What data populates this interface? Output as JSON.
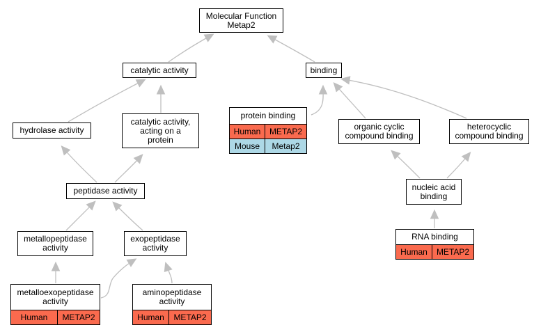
{
  "colors": {
    "human": "#fa6a4e",
    "mouse": "#add8e6",
    "edge": "#bfbfbf"
  },
  "nodes": {
    "mf": {
      "label": "Molecular Function\nMetap2"
    },
    "catalytic": {
      "label": "catalytic activity"
    },
    "binding": {
      "label": "binding"
    },
    "hydrolase": {
      "label": "hydrolase activity"
    },
    "catalytic_protein": {
      "label": "catalytic activity,\nacting on a\nprotein"
    },
    "protein_binding": {
      "label": "protein binding",
      "rows": [
        {
          "species": "Human",
          "gene": "METAP2"
        },
        {
          "species": "Mouse",
          "gene": "Metap2"
        }
      ]
    },
    "organic_cyclic": {
      "label": "organic cyclic\ncompound binding"
    },
    "heterocyclic": {
      "label": "heterocyclic\ncompound binding"
    },
    "peptidase": {
      "label": "peptidase activity"
    },
    "nucleic_acid": {
      "label": "nucleic acid\nbinding"
    },
    "metallopeptidase": {
      "label": "metallopeptidase\nactivity"
    },
    "exopeptidase": {
      "label": "exopeptidase\nactivity"
    },
    "rna_binding": {
      "label": "RNA binding",
      "rows": [
        {
          "species": "Human",
          "gene": "METAP2"
        }
      ]
    },
    "metalloexopeptidase": {
      "label": "metalloexopeptidase\nactivity",
      "rows": [
        {
          "species": "Human",
          "gene": "METAP2"
        }
      ]
    },
    "aminopeptidase": {
      "label": "aminopeptidase\nactivity",
      "rows": [
        {
          "species": "Human",
          "gene": "METAP2"
        }
      ]
    }
  },
  "edges": [
    {
      "from": "catalytic",
      "to": "mf"
    },
    {
      "from": "binding",
      "to": "mf"
    },
    {
      "from": "hydrolase",
      "to": "catalytic"
    },
    {
      "from": "catalytic_protein",
      "to": "catalytic"
    },
    {
      "from": "protein_binding",
      "to": "binding"
    },
    {
      "from": "organic_cyclic",
      "to": "binding"
    },
    {
      "from": "heterocyclic",
      "to": "binding"
    },
    {
      "from": "peptidase",
      "to": "hydrolase"
    },
    {
      "from": "peptidase",
      "to": "catalytic_protein"
    },
    {
      "from": "nucleic_acid",
      "to": "organic_cyclic"
    },
    {
      "from": "nucleic_acid",
      "to": "heterocyclic"
    },
    {
      "from": "metallopeptidase",
      "to": "peptidase"
    },
    {
      "from": "exopeptidase",
      "to": "peptidase"
    },
    {
      "from": "rna_binding",
      "to": "nucleic_acid"
    },
    {
      "from": "metalloexopeptidase",
      "to": "metallopeptidase"
    },
    {
      "from": "metalloexopeptidase",
      "to": "exopeptidase"
    },
    {
      "from": "aminopeptidase",
      "to": "exopeptidase"
    }
  ]
}
